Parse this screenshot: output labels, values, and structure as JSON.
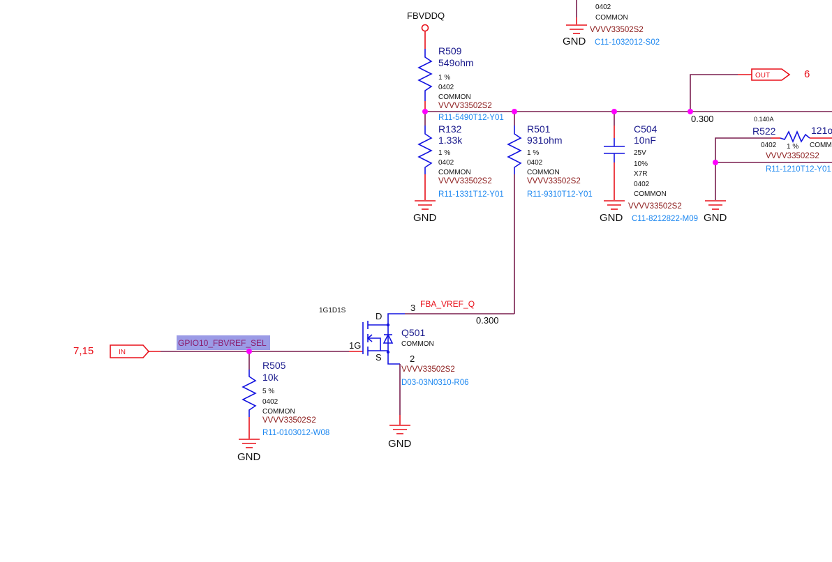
{
  "colors": {
    "wire": "#7a1f4f",
    "pin": "#e8101a",
    "symbol": "#1414e0",
    "junction": "#ff00ff",
    "refdes": "#1a1a8c",
    "mpn": "#8b1a1a",
    "part_number": "#1e88f0",
    "net_highlight": "#9b9be6"
  },
  "power": {
    "label": "FBVDDQ"
  },
  "gnd_label": "GND",
  "top_cap": {
    "size": "0402",
    "type": "COMMON",
    "mpn": "VVVV33502S2",
    "pn": "C11-1032012-S02"
  },
  "r509": {
    "ref": "R509",
    "value": "549ohm",
    "tol": "1 %",
    "size": "0402",
    "type": "COMMON",
    "mpn": "VVVV33502S2",
    "pn": "R11-5490T12-Y01"
  },
  "r132": {
    "ref": "R132",
    "value": "1.33k",
    "tol": "1 %",
    "size": "0402",
    "type": "COMMON",
    "mpn": "VVVV33502S2",
    "pn": "R11-1331T12-Y01"
  },
  "r501": {
    "ref": "R501",
    "value": "931ohm",
    "tol": "1 %",
    "size": "0402",
    "type": "COMMON",
    "mpn": "VVVV33502S2",
    "pn": "R11-9310T12-Y01"
  },
  "c504": {
    "ref": "C504",
    "value": "10nF",
    "voltage": "25V",
    "tol": "10%",
    "dielectric": "X7R",
    "size": "0402",
    "type": "COMMON",
    "mpn": "VVVV33502S2",
    "pn": "C11-8212822-M09"
  },
  "out_port": {
    "label": "OUT",
    "page_ref": "6",
    "width": "0.300"
  },
  "r522": {
    "current": "0.140A",
    "ref": "R522",
    "value": "121o",
    "size": "0402",
    "tol": "1 %",
    "type": "COMM",
    "mpn": "VVVV33502S2",
    "pn": "R11-1210T12-Y01"
  },
  "in_port": {
    "label": "IN",
    "page_ref": "7,15",
    "net": "GPIO10_FBVREF_SEL"
  },
  "r505": {
    "ref": "R505",
    "value": "10k",
    "tol": "5 %",
    "size": "0402",
    "type": "COMMON",
    "mpn": "VVVV33502S2",
    "pn": "R11-0103012-W08"
  },
  "q501": {
    "ref": "Q501",
    "type": "COMMON",
    "pinout": "1G1D1S",
    "gate": "1G",
    "drain": "D",
    "source": "S",
    "drain_pin": "3",
    "source_pin": "2",
    "net": "FBA_VREF_Q",
    "width": "0.300",
    "mpn": "VVVV33502S2",
    "pn": "D03-03N0310-R06"
  }
}
